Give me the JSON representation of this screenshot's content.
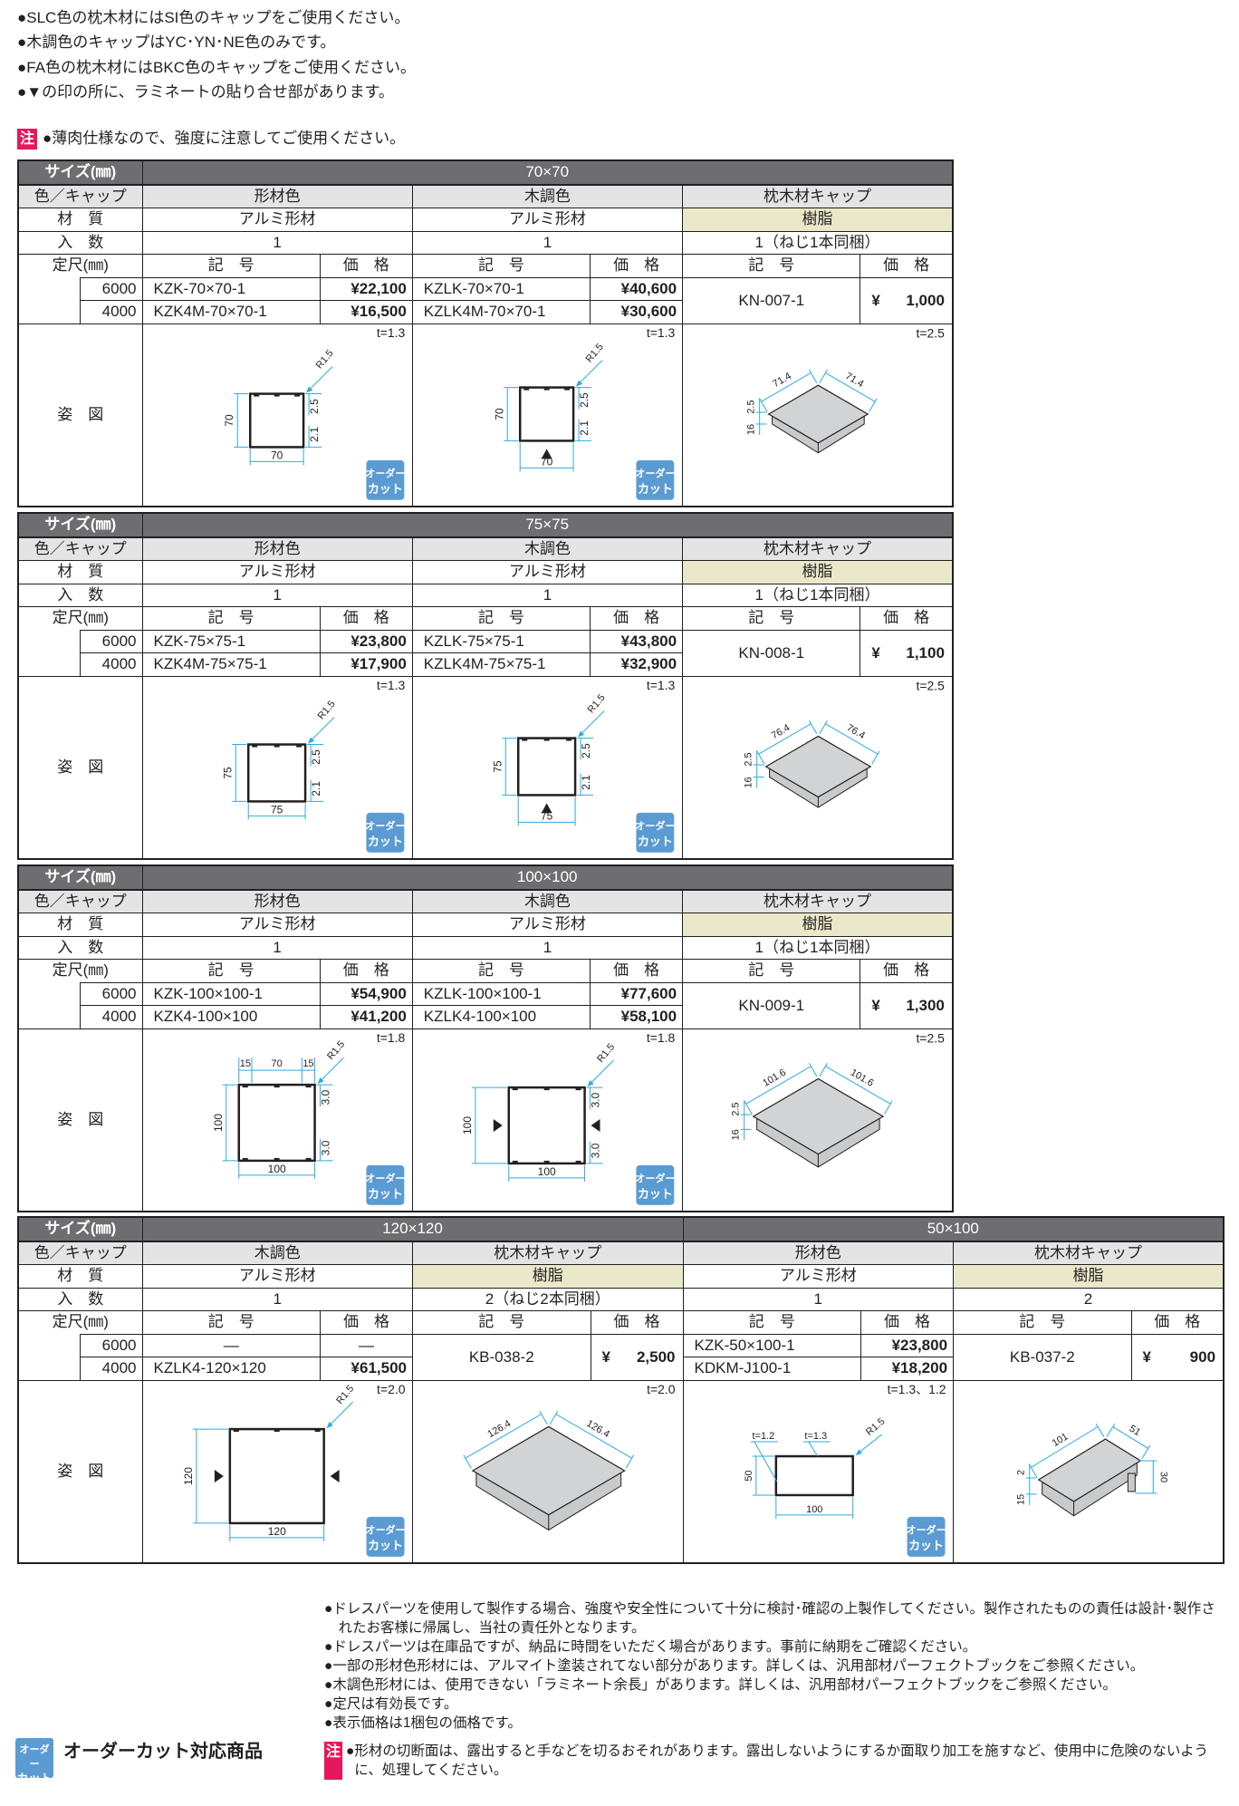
{
  "notes_top": [
    "●SLC色の枕木材にはSI色のキャップをご使用ください。",
    "●木調色のキャップはYC･YN･NE色のみです。",
    "●FA色の枕木材にはBKC色のキャップをご使用ください。",
    "●▼の印の所に、ラミネートの貼り合せ部があります。"
  ],
  "caution_top": {
    "mark": "注",
    "text": "●薄肉仕様なので、強度に注意してご使用ください。"
  },
  "labels": {
    "size": "サイズ(㎜)",
    "color": "色／キャップ",
    "material": "材　質",
    "qty": "入　数",
    "length": "定尺(㎜)",
    "figure": "姿　図",
    "code_header": "記　号",
    "price_header": "価　格"
  },
  "order_cut_badge": [
    "オーダー",
    "カット"
  ],
  "tables": [
    {
      "lengths": [
        "6000",
        "4000"
      ],
      "sections": [
        {
          "size": "70×70",
          "groups": [
            {
              "color": "形材色",
              "material": "アルミ形材",
              "resin": false,
              "qty": "1",
              "rows": [
                {
                  "code": "KZK-70×70-1",
                  "price": "¥22,100"
                },
                {
                  "code": "KZK4M-70×70-1",
                  "price": "¥16,500"
                }
              ],
              "drawing": {
                "type": "profile",
                "t": "t=1.3",
                "w": "70",
                "h": "70",
                "r": "R1.5",
                "right": [
                  "2.5",
                  "2.1"
                ],
                "order_cut": true
              }
            },
            {
              "color": "木調色",
              "material": "アルミ形材",
              "resin": false,
              "qty": "1",
              "rows": [
                {
                  "code": "KZLK-70×70-1",
                  "price": "¥40,600"
                },
                {
                  "code": "KZLK4M-70×70-1",
                  "price": "¥30,600"
                }
              ],
              "drawing": {
                "type": "profile",
                "marks": "bottom",
                "t": "t=1.3",
                "w": "70",
                "h": "70",
                "r": "R1.5",
                "right": [
                  "2.5",
                  "2.1"
                ],
                "order_cut": true
              }
            },
            {
              "color": "枕木材キャップ",
              "material": "樹脂",
              "resin": true,
              "qty": "1（ねじ1本同梱）",
              "code": "KN-007-1",
              "price": "¥ 1,000",
              "drawing": {
                "type": "cap",
                "t": "t=2.5",
                "a": "71.4",
                "b": "71.4",
                "h1": "16",
                "h2": "2.5"
              }
            }
          ]
        }
      ]
    },
    {
      "lengths": [
        "6000",
        "4000"
      ],
      "sections": [
        {
          "size": "75×75",
          "groups": [
            {
              "color": "形材色",
              "material": "アルミ形材",
              "resin": false,
              "qty": "1",
              "rows": [
                {
                  "code": "KZK-75×75-1",
                  "price": "¥23,800"
                },
                {
                  "code": "KZK4M-75×75-1",
                  "price": "¥17,900"
                }
              ],
              "drawing": {
                "type": "profile",
                "t": "t=1.3",
                "w": "75",
                "h": "75",
                "r": "R1.5",
                "right": [
                  "2.5",
                  "2.1"
                ],
                "order_cut": true
              }
            },
            {
              "color": "木調色",
              "material": "アルミ形材",
              "resin": false,
              "qty": "1",
              "rows": [
                {
                  "code": "KZLK-75×75-1",
                  "price": "¥43,800"
                },
                {
                  "code": "KZLK4M-75×75-1",
                  "price": "¥32,900"
                }
              ],
              "drawing": {
                "type": "profile",
                "marks": "bottom",
                "t": "t=1.3",
                "w": "75",
                "h": "75",
                "r": "R1.5",
                "right": [
                  "2.5",
                  "2.1"
                ],
                "order_cut": true
              }
            },
            {
              "color": "枕木材キャップ",
              "material": "樹脂",
              "resin": true,
              "qty": "1（ねじ1本同梱）",
              "code": "KN-008-1",
              "price": "¥ 1,100",
              "drawing": {
                "type": "cap",
                "t": "t=2.5",
                "a": "76.4",
                "b": "76.4",
                "h1": "16",
                "h2": "2.5"
              }
            }
          ]
        }
      ]
    },
    {
      "lengths": [
        "6000",
        "4000"
      ],
      "sections": [
        {
          "size": "100×100",
          "groups": [
            {
              "color": "形材色",
              "material": "アルミ形材",
              "resin": false,
              "qty": "1",
              "rows": [
                {
                  "code": "KZK-100×100-1",
                  "price": "¥54,900"
                },
                {
                  "code": "KZK4-100×100",
                  "price": "¥41,200"
                }
              ],
              "drawing": {
                "type": "profile",
                "t": "t=1.8",
                "w": "100",
                "h": "100",
                "r": "R1.5",
                "right": [
                  "3.0",
                  "3.0"
                ],
                "top": [
                  "15",
                  "70",
                  "15"
                ],
                "order_cut": true
              }
            },
            {
              "color": "木調色",
              "material": "アルミ形材",
              "resin": false,
              "qty": "1",
              "rows": [
                {
                  "code": "KZLK-100×100-1",
                  "price": "¥77,600"
                },
                {
                  "code": "KZLK4-100×100",
                  "price": "¥58,100"
                }
              ],
              "drawing": {
                "type": "profile",
                "marks": "sides",
                "t": "t=1.8",
                "w": "100",
                "h": "100",
                "r": "R1.5",
                "right": [
                  "3.0",
                  "3.0"
                ],
                "order_cut": true
              }
            },
            {
              "color": "枕木材キャップ",
              "material": "樹脂",
              "resin": true,
              "qty": "1（ねじ1本同梱）",
              "code": "KN-009-1",
              "price": "¥ 1,300",
              "drawing": {
                "type": "cap",
                "t": "t=2.5",
                "a": "101.6",
                "b": "101.6",
                "h1": "16",
                "h2": "2.5"
              }
            }
          ]
        }
      ]
    },
    {
      "lengths": [
        "6000",
        "4000"
      ],
      "sections": [
        {
          "size": "120×120",
          "groups": [
            {
              "color": "木調色",
              "material": "アルミ形材",
              "resin": false,
              "qty": "1",
              "rows": [
                {
                  "code": "—",
                  "price": "—"
                },
                {
                  "code": "KZLK4-120×120",
                  "price": "¥61,500"
                }
              ],
              "drawing": {
                "type": "profile",
                "marks": "sides",
                "t": "t=2.0",
                "w": "120",
                "h": "120",
                "r": "R1.5",
                "order_cut": true
              }
            },
            {
              "color": "枕木材キャップ",
              "material": "樹脂",
              "resin": true,
              "qty": "2（ねじ2本同梱）",
              "code": "KB-038-2",
              "price": "¥ 2,500",
              "drawing": {
                "type": "cap",
                "t": "t=2.0",
                "a": "126.4",
                "b": "126.4"
              }
            }
          ]
        },
        {
          "size": "50×100",
          "groups": [
            {
              "color": "形材色",
              "material": "アルミ形材",
              "resin": false,
              "qty": "1",
              "rows": [
                {
                  "code": "KZK-50×100-1",
                  "price": "¥23,800"
                },
                {
                  "code": "KDKM-J100-1",
                  "price": "¥18,200"
                }
              ],
              "drawing": {
                "type": "rect",
                "t": "t=1.3、1.2",
                "w": "100",
                "h": "50",
                "r": "R1.5",
                "t1": "t=1.2",
                "t2": "t=1.3",
                "order_cut": true
              }
            },
            {
              "color": "枕木材キャップ",
              "material": "樹脂",
              "resin": true,
              "qty": "2",
              "code": "KB-037-2",
              "price": "¥ 900",
              "drawing": {
                "type": "capRect",
                "a": "101",
                "b": "51",
                "h1": "15",
                "h2": "2",
                "c": "30"
              }
            }
          ]
        }
      ]
    }
  ],
  "bottom_notes": [
    "●ドレスパーツを使用して製作する場合、強度や安全性について十分に検討･確認の上製作してください。製作されたものの責任は設計･製作されたお客様に帰属し、当社の責任外となります。",
    "●ドレスパーツは在庫品ですが、納品に時間をいただく場合があります。事前に納期をご確認ください。",
    "●一部の形材色形材には、アルマイト塗装されてない部分があります。詳しくは、汎用部材パーフェクトブックをご参照ください。",
    "●木調色形材には、使用できない「ラミネート余長」があります。詳しくは、汎用部材パーフェクトブックをご参照ください。",
    "●定尺は有効長です。",
    "●表示価格は1梱包の価格です。"
  ],
  "caution_bottom": {
    "mark": "注",
    "text": "●形材の切断面は、露出すると手などを切るおそれがあります。露出しないようにするか面取り加工を施すなど、使用中に危険のないように、処理してください。"
  },
  "order_cut_legend": "オーダーカット対応商品",
  "colors": {
    "header_dark": "#6d6e71",
    "header_light": "#e4e4e5",
    "resin": "#e9e8c9",
    "dimension": "#29abe2",
    "caution": "#e8175d",
    "order_cut": "#5b9bd3"
  }
}
